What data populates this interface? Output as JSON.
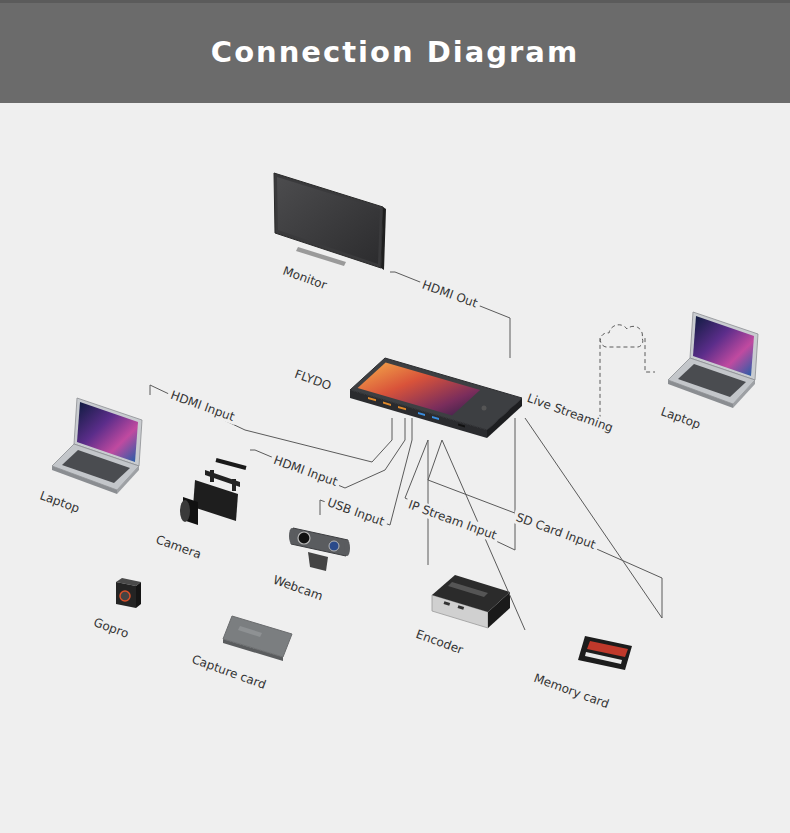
{
  "diagram": {
    "title": "Connection Diagram",
    "nodes": [
      {
        "text": [
          "Monitor"
        ]
      },
      {
        "text": [
          "FLYDO"
        ]
      },
      {
        "text": [
          "Laptop"
        ]
      },
      {
        "text": [
          "Laptop"
        ]
      },
      {
        "text": [
          "Camera"
        ]
      },
      {
        "text": [
          "Webcam"
        ]
      },
      {
        "text": [
          "Gopro"
        ]
      },
      {
        "text": [
          "Capture card"
        ]
      },
      {
        "text": [
          "Encoder"
        ]
      },
      {
        "text": [
          "Memory card"
        ]
      }
    ],
    "edges": [
      {
        "from": 1,
        "to": 0,
        "label": "HDMI Out",
        "arrow": "none"
      },
      {
        "from": 1,
        "to": 2,
        "label": "Live Streaming",
        "arrow": "none"
      },
      {
        "from": 3,
        "to": 1,
        "label": "HDMI Input",
        "arrow": "none"
      },
      {
        "from": 4,
        "to": 1,
        "label": "HDMI Input",
        "arrow": "none"
      },
      {
        "from": 5,
        "to": 1,
        "label": "USB Input",
        "arrow": "none"
      },
      {
        "from": 8,
        "to": 1,
        "label": "IP Stream Input",
        "arrow": "none"
      },
      {
        "from": 9,
        "to": 1,
        "label": "SD Card Input",
        "arrow": "none"
      }
    ]
  }
}
